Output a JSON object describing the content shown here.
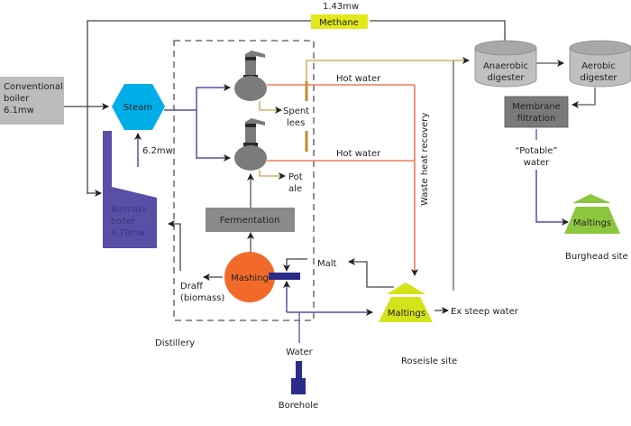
{
  "diagram": {
    "title": "Distillery energy and water flows",
    "colors": {
      "grey_line": "#444444",
      "steam_line": "#5a4fa6",
      "hot_water_line": "#f07b5a",
      "lees_line": "#c9a24a",
      "steam_node": "#00aee8",
      "biomass_boiler": "#5a4fa6",
      "mashing": "#f26a2a",
      "maltings_roseisle": "#d4e21a",
      "maltings_burghead": "#8cc63f",
      "methane": "#e3e81a",
      "conventional_boiler": "#bcbcbc",
      "fermentation": "#8a8a8a",
      "membrane": "#7a7a7a",
      "digester": "#bfbfbf",
      "still": "#7b7b7b",
      "borehole": "#2b2b8a",
      "mash_bar": "#2b2b8a"
    },
    "nodes": {
      "conventional_boiler": {
        "line1": "Conventional",
        "line2": "boiler",
        "line3": "6.1mw"
      },
      "steam": {
        "label": "Steam"
      },
      "biomass_boiler": {
        "line1": "Biomass",
        "line2": "boiler",
        "line3": "4.78mw"
      },
      "biomass_output": "6.2mw",
      "methane": {
        "label": "Methane",
        "value": "1.43mw"
      },
      "spent_lees": {
        "line1": "Spent",
        "line2": "lees"
      },
      "pot_ale": {
        "line1": "Pot",
        "line2": "ale"
      },
      "fermentation": {
        "label": "Fermentation"
      },
      "mashing": {
        "label": "Mashing"
      },
      "draff": {
        "line1": "Draff",
        "line2": "(biomass)"
      },
      "malt": {
        "label": "Malt"
      },
      "water": {
        "label": "Water"
      },
      "borehole": {
        "label": "Borehole"
      },
      "hot_water_1": {
        "label": "Hot water"
      },
      "hot_water_2": {
        "label": "Hot water"
      },
      "waste_heat": {
        "label": "Waste heat recovery"
      },
      "maltings_roseisle": {
        "label": "Maltings"
      },
      "ex_steep": {
        "label": "Ex steep water"
      },
      "anaerobic": {
        "line1": "Anaerobic",
        "line2": "digester"
      },
      "aerobic": {
        "line1": "Aerobic",
        "line2": "digester"
      },
      "membrane": {
        "line1": "Membrane",
        "line2": "filtration"
      },
      "potable": {
        "line1": "“Potable”",
        "line2": "water"
      },
      "maltings_burghead": {
        "label": "Maltings"
      }
    },
    "sites": {
      "distillery": "Distillery",
      "roseisle": "Roseisle site",
      "burghead": "Burghead site"
    }
  }
}
